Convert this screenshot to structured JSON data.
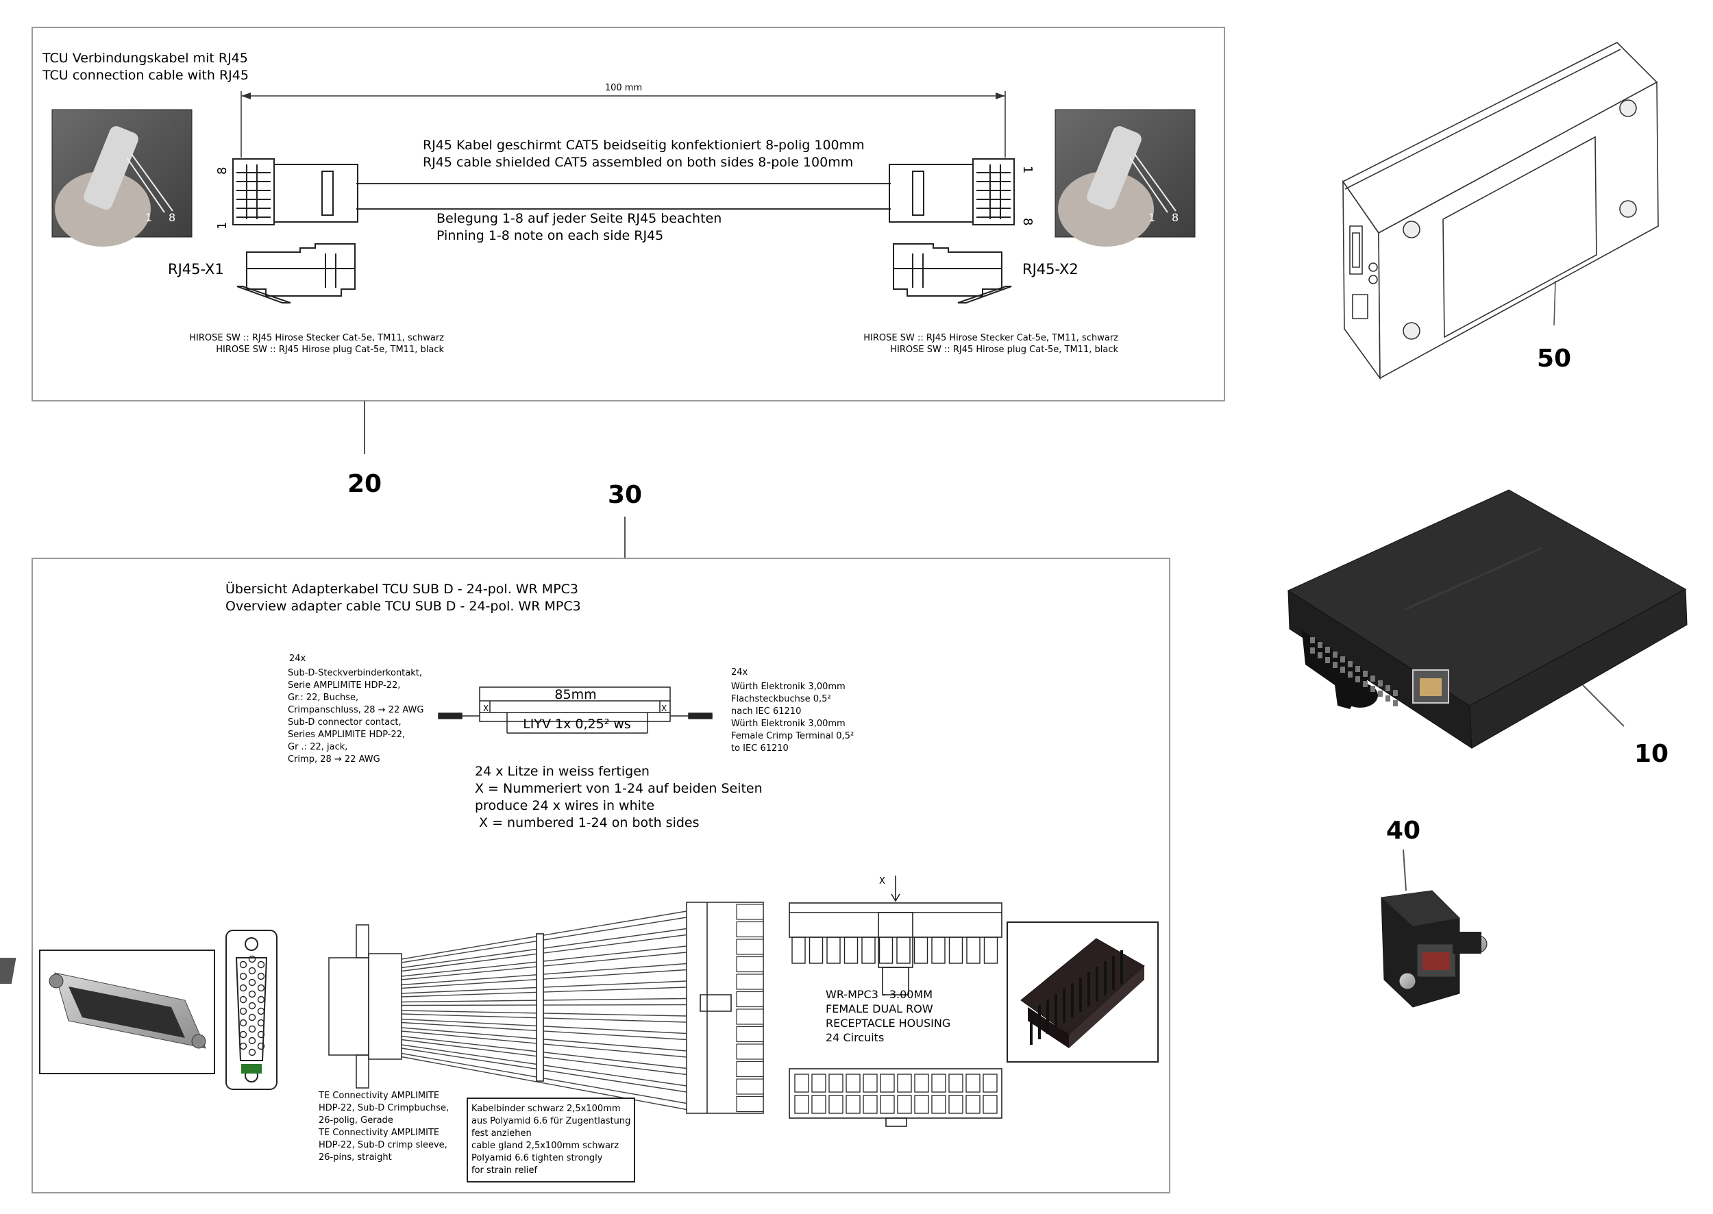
{
  "callouts": {
    "p10": "10",
    "p20": "20",
    "p30": "30",
    "p40": "40",
    "p50": "50"
  },
  "panel20": {
    "title_de": "TCU Verbindungskabel mit RJ45",
    "title_en": "TCU connection cable with RJ45",
    "dimension": "100 mm",
    "cable_de": "RJ45 Kabel geschirmt CAT5 beidseitig konfektioniert 8-polig 100mm",
    "cable_en": "RJ45 cable shielded CAT5 assembled on both sides 8-pole 100mm",
    "pinning_de": "Belegung 1-8 auf jeder Seite RJ45 beachten",
    "pinning_en": "Pinning 1-8 note on each side RJ45",
    "left_label": "RJ45-X1",
    "right_label": "RJ45-X2",
    "pin_1": "1",
    "pin_8": "8",
    "hirose_de": "HIROSE SW :: RJ45 Hirose Stecker Cat-5e, TM11, schwarz",
    "hirose_en": "HIROSE SW :: RJ45 Hirose plug Cat-5e, TM11, black"
  },
  "panel30": {
    "title_de": "Übersicht Adapterkabel TCU SUB D - 24-pol. WR MPC3",
    "title_en": "Overview adapter cable TCU SUB D - 24-pol. WR MPC3",
    "left_spec": [
      "24x",
      "Sub-D-Steckverbinderkontakt,",
      "Serie AMPLIMITE HDP-22,",
      "Gr.: 22, Buchse,",
      "Crimpanschluss, 28 → 22 AWG",
      "Sub-D connector contact,",
      "Series AMPLIMITE HDP-22,",
      "Gr .: 22, jack,",
      "Crimp, 28 → 22 AWG"
    ],
    "right_spec": [
      "24x",
      "Würth Elektronik 3,00mm",
      "Flachsteckbuchse 0,5²",
      "nach IEC 61210",
      "Würth Elektronik 3,00mm",
      "Female Crimp Terminal 0,5²",
      "to IEC 61210"
    ],
    "wire_length": "85mm",
    "wire_type": "LIYV 1x 0,25² ws",
    "x_mark": "X",
    "notes": [
      "24 x Litze in weiss fertigen",
      "X = Nummeriert von 1-24 auf beiden Seiten",
      "produce 24 x wires in white",
      " X = numbered 1-24 on both sides"
    ],
    "te_spec": [
      "TE Connectivity AMPLIMITE",
      "HDP-22, Sub-D Crimpbuchse,",
      "26-polig, Gerade",
      "TE Connectivity AMPLIMITE",
      "HDP-22, Sub-D crimp sleeve,",
      "26-pins, straight"
    ],
    "cable_tie": [
      "Kabelbinder schwarz 2,5x100mm",
      "aus Polyamid 6.6 für Zugentlastung",
      "fest anziehen",
      "cable gland 2,5x100mm schwarz",
      "Polyamid 6.6 tighten strongly",
      "for strain relief"
    ],
    "housing": [
      "WR-MPC3 - 3.00MM",
      "FEMALE DUAL ROW",
      "RECEPTACLE HOUSING",
      "24 Circuits"
    ]
  },
  "colors": {
    "line": "#555555",
    "device": "#1c1c1c",
    "device_top": "#2c2c2c",
    "port": "#c9a66b"
  }
}
